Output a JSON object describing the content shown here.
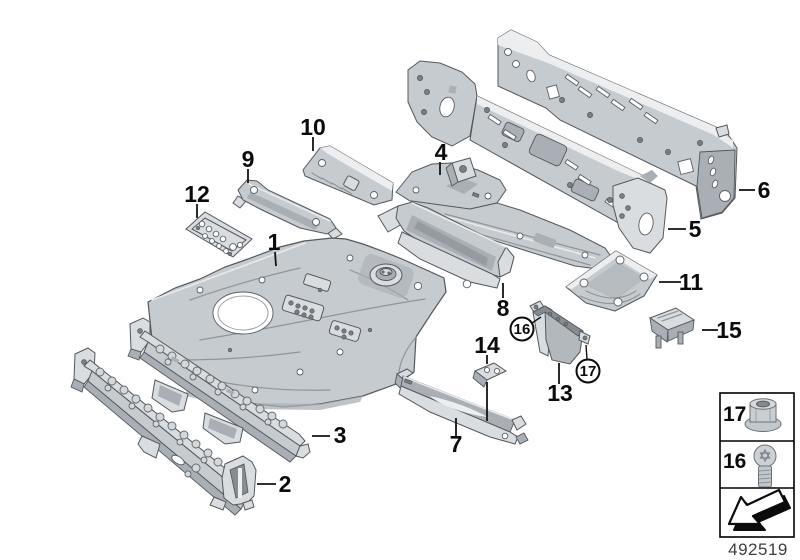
{
  "diagram": {
    "number": "492519",
    "callouts": {
      "c1": "1",
      "c2": "2",
      "c3": "3",
      "c4": "4",
      "c5": "5",
      "c6": "6",
      "c7": "7",
      "c8": "8",
      "c9": "9",
      "c10": "10",
      "c11": "11",
      "c12": "12",
      "c13": "13",
      "c14": "14",
      "c15": "15",
      "c16": "16",
      "c17": "17"
    },
    "legend": {
      "rows": [
        {
          "ref": "17",
          "icon": "flange-nut-icon"
        },
        {
          "ref": "16",
          "icon": "torx-screw-icon"
        },
        {
          "ref": "",
          "icon": "direction-arrow-icon"
        }
      ]
    }
  }
}
